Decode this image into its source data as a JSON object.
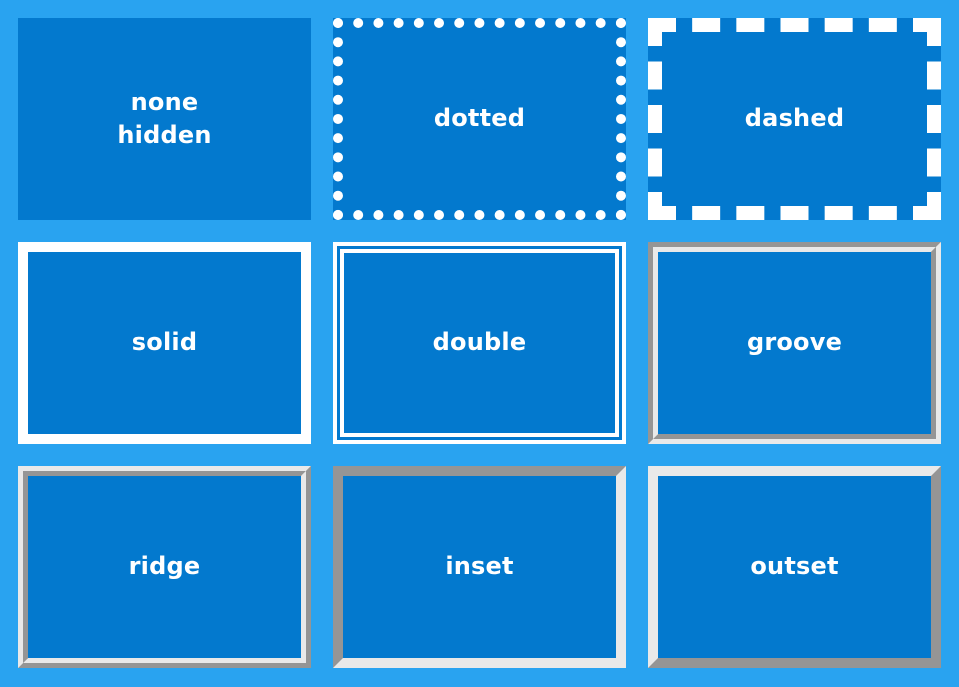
{
  "page": {
    "title": "CSS border-style reference grid",
    "background_color": "#29a3f0",
    "box_fill_color": "#0379ce",
    "border_color": "#ffffff",
    "bevel_color": "#a8a8a8",
    "text_color": "#ffffff",
    "columns": 3,
    "rows": 3
  },
  "cells": [
    {
      "label": "none\nhidden",
      "border_style": "none",
      "border_width": "10px",
      "border_color": "#ffffff",
      "row": 1,
      "column": 1
    },
    {
      "label": "dotted",
      "border_style": "dotted",
      "border_width": "10px",
      "border_color": "#ffffff",
      "row": 1,
      "column": 2
    },
    {
      "label": "dashed",
      "border_style": "dashed",
      "border_width": "14px",
      "border_color": "#ffffff",
      "row": 1,
      "column": 3
    },
    {
      "label": "solid",
      "border_style": "solid",
      "border_width": "10px",
      "border_color": "#ffffff",
      "row": 2,
      "column": 1
    },
    {
      "label": "double",
      "border_style": "double",
      "border_width": "11px",
      "border_color": "#ffffff",
      "row": 2,
      "column": 2
    },
    {
      "label": "groove",
      "border_style": "groove",
      "border_width": "10px",
      "border_color": "#e9e9e9",
      "row": 2,
      "column": 3
    },
    {
      "label": "ridge",
      "border_style": "ridge",
      "border_width": "10px",
      "border_color": "#e9e9e9",
      "row": 3,
      "column": 1
    },
    {
      "label": "inset",
      "border_style": "inset",
      "border_width": "10px",
      "border_color": "#e9e9e9",
      "row": 3,
      "column": 2
    },
    {
      "label": "outset",
      "border_style": "outset",
      "border_width": "10px",
      "border_color": "#e9e9e9",
      "row": 3,
      "column": 3
    }
  ]
}
